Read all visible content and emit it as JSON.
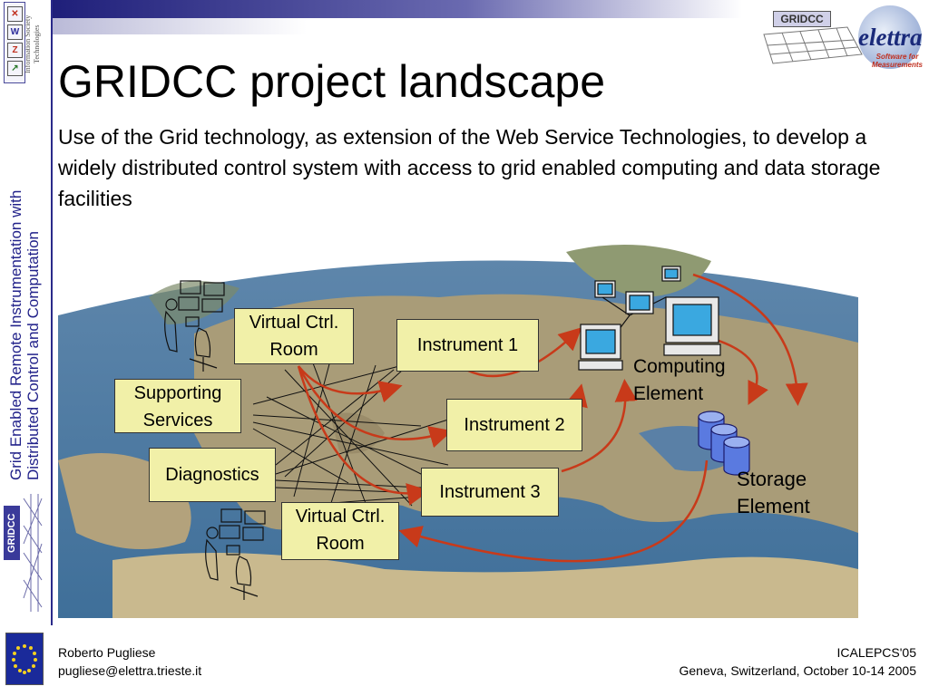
{
  "header": {
    "title": "GRIDCC project landscape",
    "subtitle": "Use of the Grid technology, as extension of the Web Service Technologies, to develop a widely distributed control system with access to grid enabled computing and data storage facilities"
  },
  "sidebar": {
    "ist_label": "Information Society Technologies",
    "vertical_title_line1": "Grid Enabled Remote Instrumentation with",
    "vertical_title_line2": "Distributed Control and Computation",
    "gridcc_label": "GRIDCC"
  },
  "logos": {
    "gridcc": "GRIDCC",
    "elettra": "elettra",
    "elettra_tagline": "Software for Measurements"
  },
  "diagram": {
    "boxes": {
      "virtual_ctrl_room_top": "Virtual Ctrl. Room",
      "instrument_1": "Instrument 1",
      "supporting_services": "Supporting Services",
      "instrument_2": "Instrument 2",
      "diagnostics": "Diagnostics",
      "instrument_3": "Instrument 3",
      "virtual_ctrl_room_bottom": "Virtual Ctrl. Room"
    },
    "labels": {
      "computing_element": "Computing Element",
      "storage_element": "Storage Element"
    }
  },
  "footer": {
    "author": "Roberto Pugliese",
    "email": "pugliese@elettra.trieste.it",
    "conference": "ICALEPCS'05",
    "location_date": "Geneva, Switzerland, October 10-14 2005"
  },
  "colors": {
    "box_fill": "#f1f0a8",
    "arrow": "#c83a1a",
    "sidebar_text": "#22228a"
  }
}
